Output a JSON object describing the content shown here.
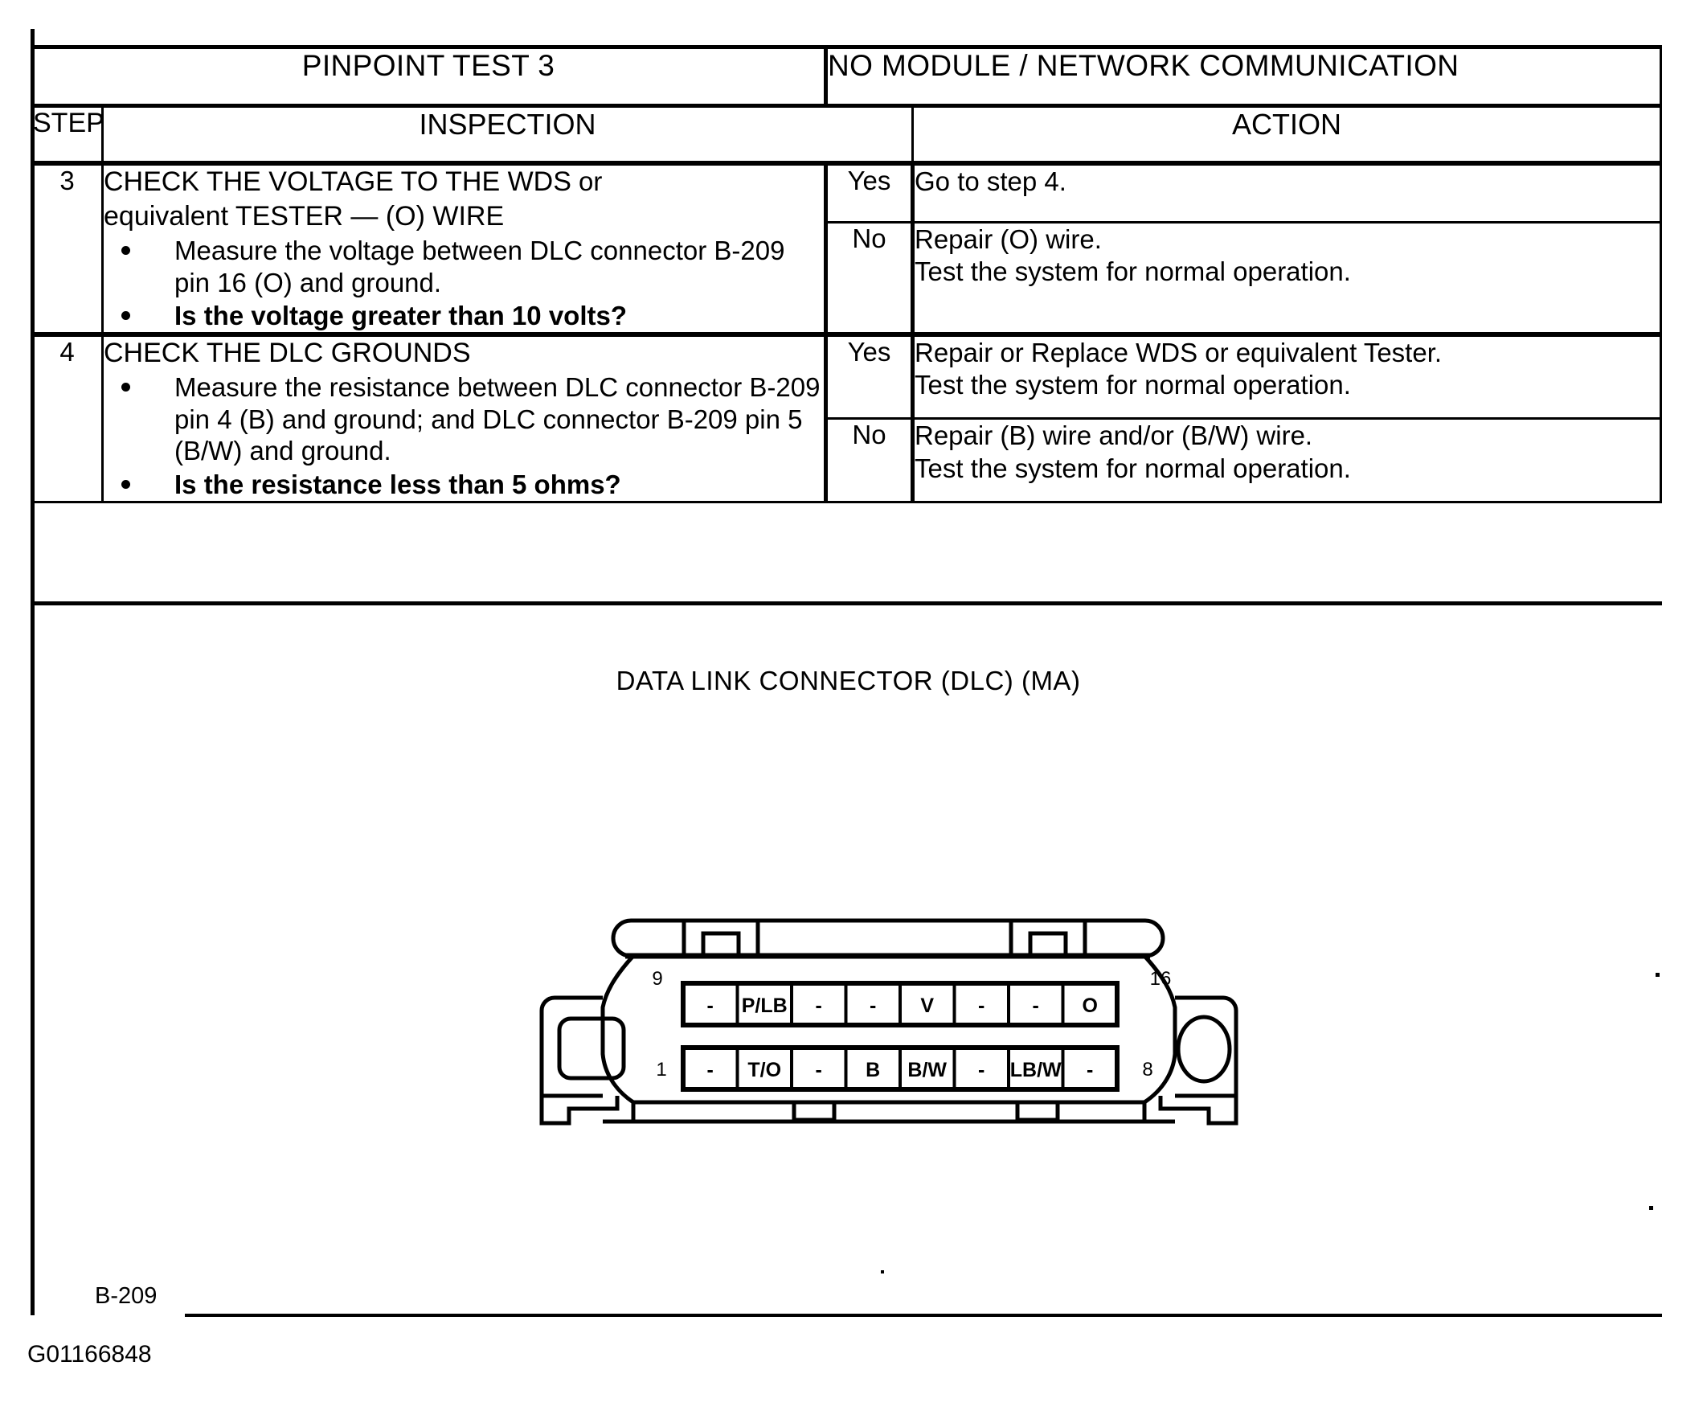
{
  "document": {
    "title_left": "PINPOINT TEST 3",
    "title_right": "NO MODULE / NETWORK COMMUNICATION",
    "columns": {
      "step": "STEP",
      "inspection": "INSPECTION",
      "action": "ACTION"
    },
    "steps": [
      {
        "number": "3",
        "heading_caps": "CHECK THE VOLTAGE TO THE WDS",
        "heading_lower": " or",
        "heading_line2": "equivalent TESTER — (O) WIRE",
        "bullets": [
          {
            "text": "Measure the voltage between DLC connector B-209 pin 16 (O) and ground.",
            "bold": false
          },
          {
            "text": "Is the voltage greater than 10 volts?",
            "bold": true
          }
        ],
        "actions": [
          {
            "answer": "Yes",
            "lines": [
              "Go to step 4."
            ]
          },
          {
            "answer": "No",
            "lines": [
              "Repair (O) wire.",
              "Test the system for normal operation."
            ]
          }
        ]
      },
      {
        "number": "4",
        "heading_caps": "CHECK THE DLC GROUNDS",
        "heading_lower": "",
        "heading_line2": "",
        "bullets": [
          {
            "text": "Measure the resistance between DLC connector B-209 pin 4 (B) and ground; and DLC connector B-209 pin 5 (B/W) and ground.",
            "bold": false
          },
          {
            "text": "Is the resistance less than 5 ohms?",
            "bold": true
          }
        ],
        "actions": [
          {
            "answer": "Yes",
            "lines": [
              "Repair or Replace WDS or equivalent Tester.",
              "Test the system for normal operation."
            ]
          },
          {
            "answer": "No",
            "lines": [
              "Repair (B) wire and/or (B/W) wire.",
              "Test the system for normal operation."
            ]
          }
        ]
      }
    ]
  },
  "diagram": {
    "title": "DATA LINK CONNECTOR (DLC) (MA)",
    "pin_numbers": {
      "top_left": "9",
      "top_right": "16",
      "bottom_left": "1",
      "bottom_right": "8"
    },
    "top_row_labels": [
      "-",
      "P/LB",
      "-",
      "-",
      "V",
      "-",
      "-",
      "O"
    ],
    "bottom_row_labels": [
      "-",
      "T/O",
      "-",
      "B",
      "B/W",
      "-",
      "LB/W",
      "-"
    ]
  },
  "footer": {
    "connector_ref": "B-209",
    "graphic_code": "G01166848"
  }
}
